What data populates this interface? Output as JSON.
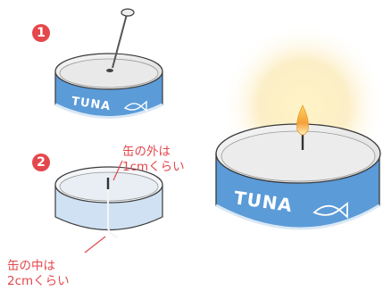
{
  "steps": [
    {
      "number": "1"
    },
    {
      "number": "2"
    }
  ],
  "labels": {
    "can_brand": "TUNA",
    "outside_line1": "缶の外は",
    "outside_line2": "1cmくらい",
    "inside_line1": "缶の中は",
    "inside_line2": "2cmくらい"
  },
  "colors": {
    "badge": "#e4474c",
    "can_band": "#5b9bd8",
    "flame": "#f2a23a",
    "glow": "#fdeeb8"
  }
}
